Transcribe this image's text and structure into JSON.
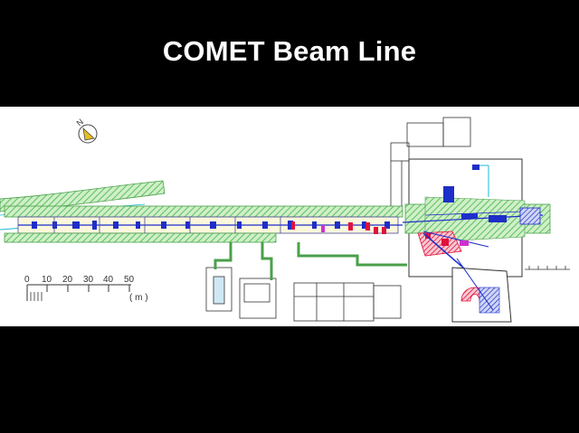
{
  "slide": {
    "title": "COMET Beam Line"
  },
  "compass": {
    "label": "N"
  },
  "scale_bar": {
    "ticks": [
      "0",
      "10",
      "20",
      "30",
      "40",
      "50"
    ],
    "unit": "( m )"
  },
  "colors": {
    "background": "#000000",
    "title_text": "#ffffff",
    "shielding_hatch": "#7fd37f",
    "beam_element_blue": "#1e2ec8",
    "magnet_red": "#e0103a",
    "magnet_magenta": "#d030d0",
    "building_outline": "#333333",
    "cyan_line": "#19b8d8",
    "beam_pipe_yellow": "#f5f0c0"
  }
}
